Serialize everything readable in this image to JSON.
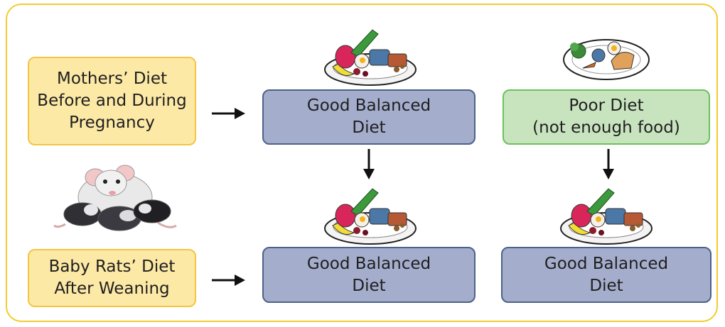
{
  "labels": {
    "mothers_diet": [
      "Mothers’ Diet",
      "Before and During",
      "Pregnancy"
    ],
    "baby_diet": [
      "Baby Rats’ Diet",
      "After Weaning"
    ],
    "good_top": [
      "Good Balanced",
      "Diet"
    ],
    "poor_top": [
      "Poor Diet",
      "(not enough food)"
    ],
    "good_bottom_left": [
      "Good Balanced",
      "Diet"
    ],
    "good_bottom_right": [
      "Good Balanced",
      "Diet"
    ]
  },
  "colors": {
    "frame": "#f2cc2e",
    "label_fill": "#fde9a6",
    "label_border": "#f2c544",
    "good_fill": "#a5adcd",
    "good_border": "#4c6288",
    "poor_fill": "#c8e4bf",
    "poor_border": "#6ac259"
  },
  "icons": {
    "full_plate": "full-food-plate-icon",
    "sparse_plate": "sparse-food-plate-icon",
    "rats": "mother-rat-with-babies-icon"
  }
}
